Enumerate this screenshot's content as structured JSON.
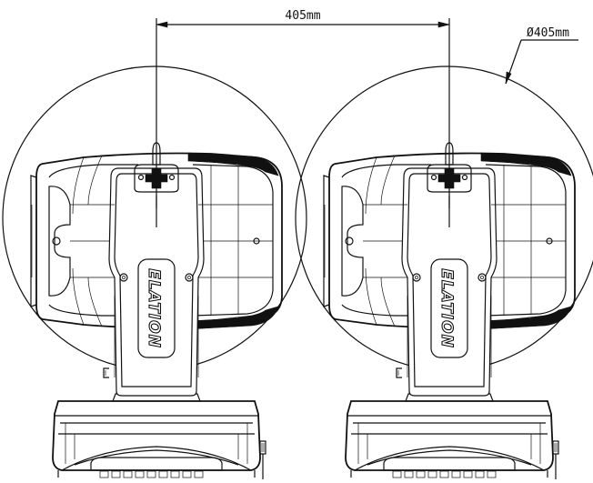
{
  "dimensions": {
    "width_label": "405mm",
    "diameter_label": "Ø405mm"
  },
  "fixtures": [
    {
      "brand": "ELATION"
    },
    {
      "brand": "ELATION"
    }
  ],
  "colors": {
    "line": "#111111",
    "background": "#ffffff"
  }
}
